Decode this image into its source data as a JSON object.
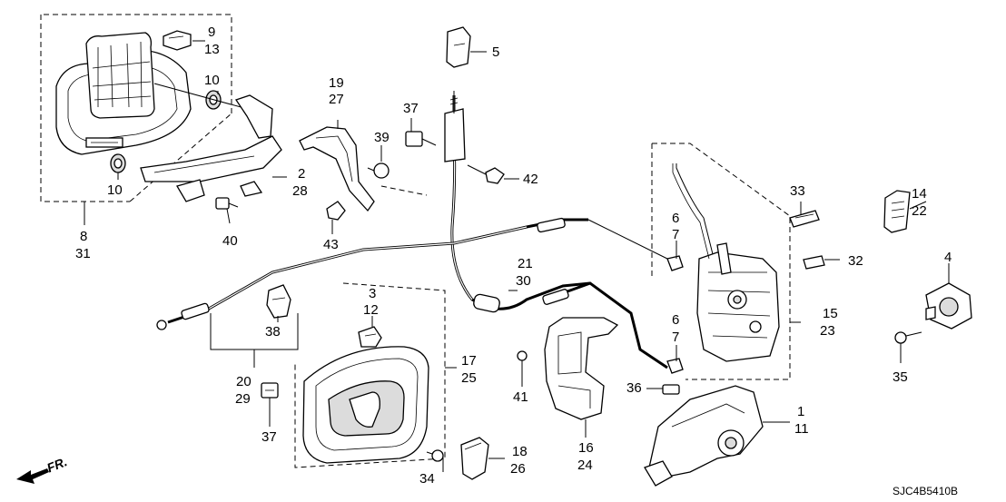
{
  "callouts": [
    {
      "id": "c9",
      "text": "9"
    },
    {
      "id": "c13",
      "text": "13"
    },
    {
      "id": "c10a",
      "text": "10"
    },
    {
      "id": "c10b",
      "text": "10"
    },
    {
      "id": "c8",
      "text": "8"
    },
    {
      "id": "c31",
      "text": "31"
    },
    {
      "id": "c19",
      "text": "19"
    },
    {
      "id": "c27",
      "text": "27"
    },
    {
      "id": "c39",
      "text": "39"
    },
    {
      "id": "c2",
      "text": "2"
    },
    {
      "id": "c28",
      "text": "28"
    },
    {
      "id": "c40",
      "text": "40"
    },
    {
      "id": "c43",
      "text": "43"
    },
    {
      "id": "c5",
      "text": "5"
    },
    {
      "id": "c37a",
      "text": "37"
    },
    {
      "id": "c42",
      "text": "42"
    },
    {
      "id": "c21",
      "text": "21"
    },
    {
      "id": "c30",
      "text": "30"
    },
    {
      "id": "c3",
      "text": "3"
    },
    {
      "id": "c12",
      "text": "12"
    },
    {
      "id": "c38",
      "text": "38"
    },
    {
      "id": "c20",
      "text": "20"
    },
    {
      "id": "c29",
      "text": "29"
    },
    {
      "id": "c37b",
      "text": "37"
    },
    {
      "id": "c17",
      "text": "17"
    },
    {
      "id": "c25",
      "text": "25"
    },
    {
      "id": "c34",
      "text": "34"
    },
    {
      "id": "c18",
      "text": "18"
    },
    {
      "id": "c26",
      "text": "26"
    },
    {
      "id": "c41",
      "text": "41"
    },
    {
      "id": "c16",
      "text": "16"
    },
    {
      "id": "c24",
      "text": "24"
    },
    {
      "id": "c6a",
      "text": "6"
    },
    {
      "id": "c7a",
      "text": "7"
    },
    {
      "id": "c6b",
      "text": "6"
    },
    {
      "id": "c7b",
      "text": "7"
    },
    {
      "id": "c36",
      "text": "36"
    },
    {
      "id": "c33",
      "text": "33"
    },
    {
      "id": "c32",
      "text": "32"
    },
    {
      "id": "c15",
      "text": "15"
    },
    {
      "id": "c23",
      "text": "23"
    },
    {
      "id": "c1",
      "text": "1"
    },
    {
      "id": "c11",
      "text": "11"
    },
    {
      "id": "c14",
      "text": "14"
    },
    {
      "id": "c22",
      "text": "22"
    },
    {
      "id": "c4",
      "text": "4"
    },
    {
      "id": "c35",
      "text": "35"
    }
  ],
  "direction_label": "FR.",
  "diagram_code": "SJC4B5410B"
}
